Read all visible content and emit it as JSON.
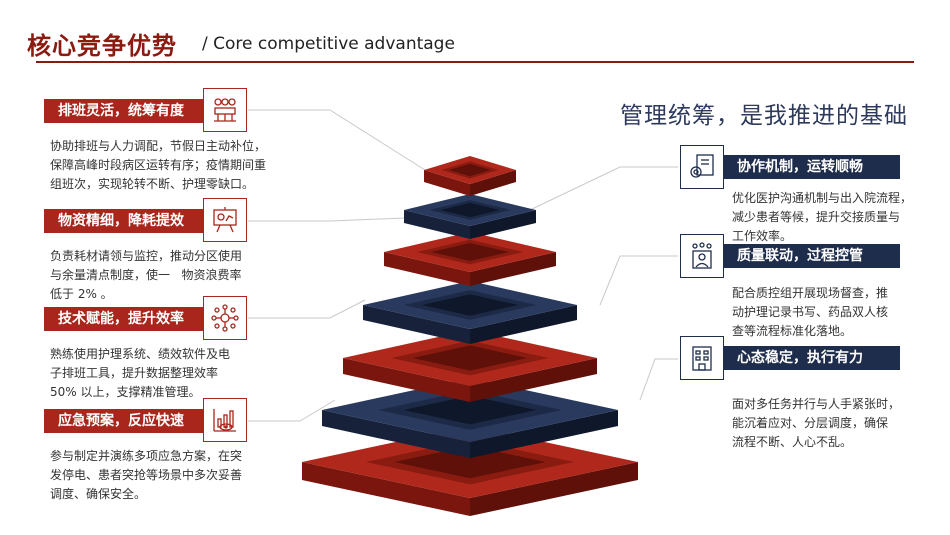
{
  "header": {
    "title_cn": "核心竞争优势",
    "title_en": "/ Core competitive advantage"
  },
  "headline": "管理统筹，是我推进的基础",
  "colors": {
    "accent_red": "#a8261b",
    "navy": "#1f2d4c"
  },
  "left_items": [
    {
      "label": "排班灵活，统筹有度",
      "icon": "team-network-icon",
      "desc": [
        "协助排班与人力调配，节假日主动补位，",
        "保障高峰时段病区运转有序；疫情期间重",
        "组班次，实现轮转不断、护理零缺口。"
      ]
    },
    {
      "label": "物资精细，降耗提效",
      "icon": "presentation-board-icon",
      "desc": [
        "负责耗材请领与监控，推动分区使用",
        "与余量清点制度，使一   物资浪费率",
        "低于 2% 。"
      ]
    },
    {
      "label": "技术赋能，提升效率",
      "icon": "network-hub-icon",
      "desc": [
        "熟练使用护理系统、绩效软件及电",
        "子排班工具，提升数据整理效率",
        "50% 以上，支撑精准管理。"
      ]
    },
    {
      "label": "应急预案，反应快速",
      "icon": "analytics-eye-icon",
      "desc": [
        "参与制定并演练多项应急方案，在突",
        "发停电、患者突抢等场景中多次妥善",
        "调度、确保安全。"
      ]
    }
  ],
  "right_items": [
    {
      "label": "协作机制，运转顺畅",
      "icon": "document-gear-icon",
      "desc": [
        "优化医护沟通机制与出入院流程，",
        "减少患者等候，提升交接质量与",
        "工作效率。"
      ]
    },
    {
      "label": "质量联动，过程控管",
      "icon": "person-rating-icon",
      "desc": [
        "配合质控组开展现场督查，推",
        "动护理记录书写、药品双人核",
        "查等流程标准化落地。"
      ]
    },
    {
      "label": "心态稳定，执行有力",
      "icon": "building-chart-icon",
      "desc": [
        "面对多任务并行与人手紧张时，",
        "能沉着应对、分层调度，确保",
        "流程不断、人心不乱。"
      ]
    }
  ]
}
